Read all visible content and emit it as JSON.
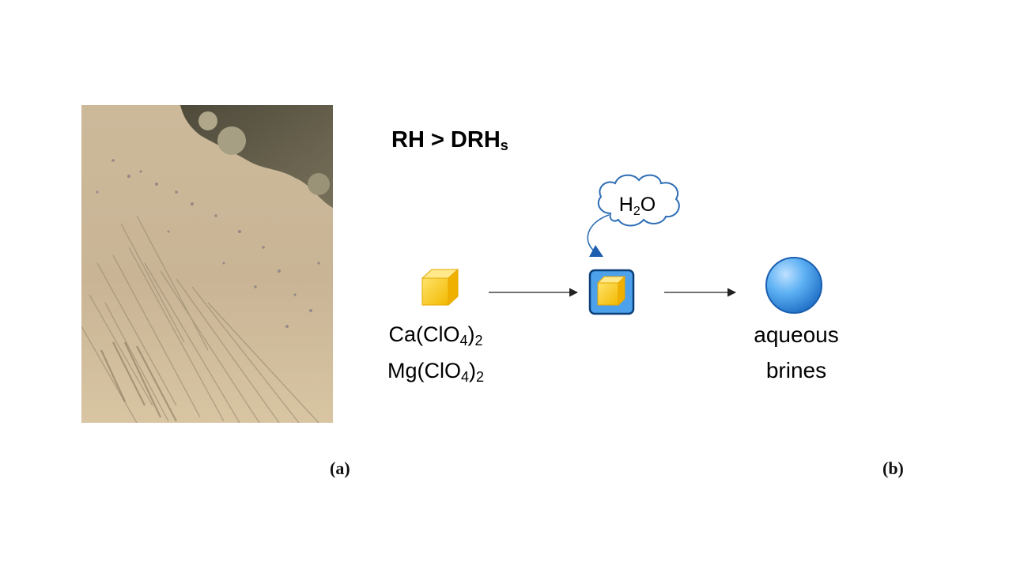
{
  "diagram": {
    "condition": {
      "prefix": "RH > DRH",
      "subscript": "s"
    },
    "water": {
      "pre": "H",
      "sub": "2",
      "post": "O"
    },
    "salts": [
      {
        "pre": "Ca(ClO",
        "sub1": "4",
        "mid": ")",
        "sub2": "2"
      },
      {
        "pre": "Mg(ClO",
        "sub1": "4",
        "mid": ")",
        "sub2": "2"
      }
    ],
    "product": {
      "line1": "aqueous",
      "line2": "brines"
    }
  },
  "captions": {
    "a": "(a)",
    "b": "(b)"
  },
  "colors": {
    "crystal": "#f7c51e",
    "crystal_dark": "#e0a800",
    "coating": "#3b8fe0",
    "brine": "#4aa3ef",
    "arrow": "#333333",
    "cloud_stroke": "#2d6db5"
  }
}
